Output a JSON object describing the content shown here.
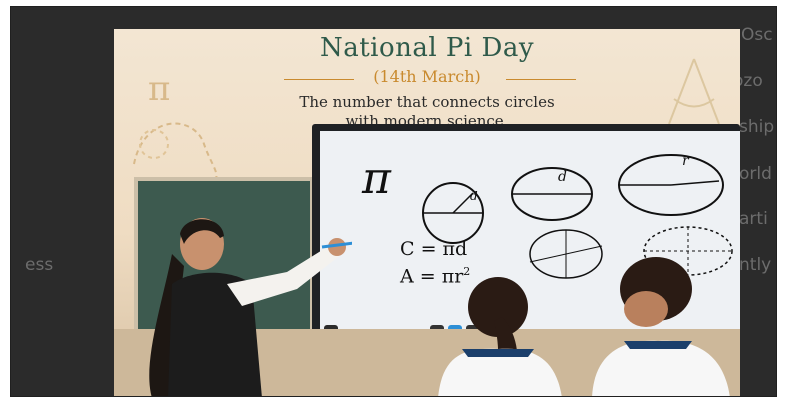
{
  "background_text": {
    "right": [
      "Osc",
      "ozo",
      "ship",
      "orld",
      "arti",
      "ntly"
    ],
    "left": [
      "ess"
    ]
  },
  "poster": {
    "title": "National Pi Day",
    "date": "(14th March)",
    "subtitle_line1": "The number that connects circles",
    "subtitle_line2": "with modern science.",
    "board": {
      "pi_symbol": "π",
      "formula1": "C = πd",
      "formula2": "A = πr",
      "formula2_exp": "2",
      "label_d1": "d",
      "label_d2": "d",
      "label_r": "r"
    },
    "decor_symbol": "π"
  },
  "colors": {
    "title": "#2f5a4a",
    "date": "#c98a2e",
    "frame_bg": "#2b2b2b"
  }
}
